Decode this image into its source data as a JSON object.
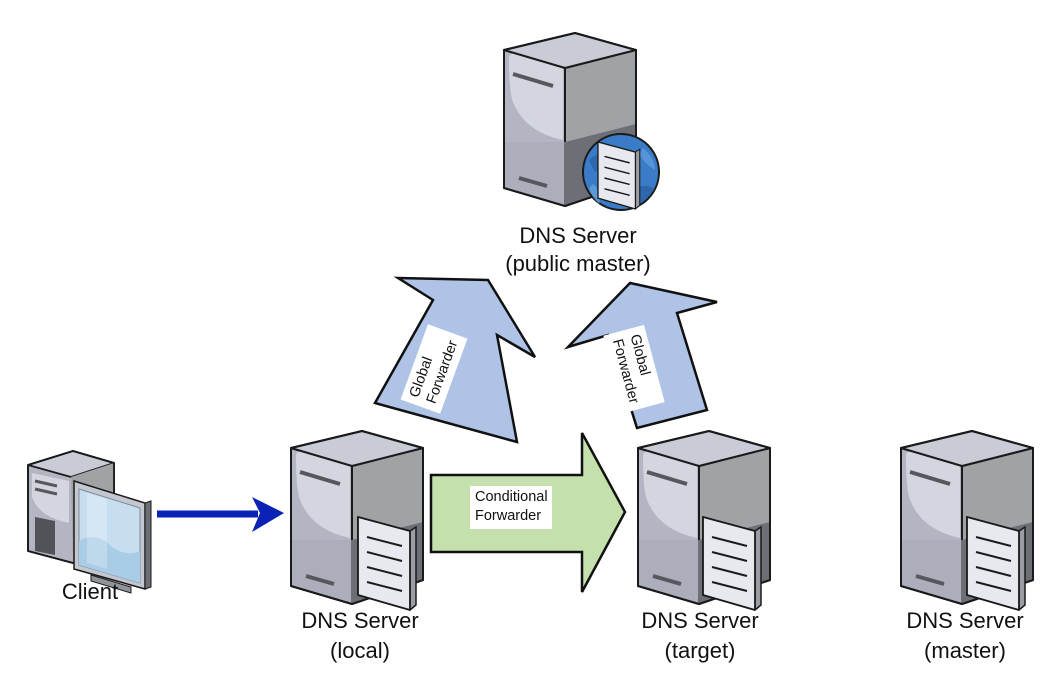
{
  "diagram": {
    "nodes": {
      "public_master": {
        "title": "DNS Server",
        "subtitle": "(public master)",
        "icon": "dns-server-globe-icon"
      },
      "client": {
        "title": "Client",
        "icon": "client-workstation-icon"
      },
      "local": {
        "title": "DNS Server",
        "subtitle": "(local)",
        "icon": "dns-server-zone-icon"
      },
      "target": {
        "title": "DNS Server",
        "subtitle": "(target)",
        "icon": "dns-server-zone-icon"
      },
      "master": {
        "title": "DNS Server",
        "subtitle": "(master)",
        "icon": "dns-server-zone-icon"
      }
    },
    "edges": {
      "client_to_local": {
        "from": "Client",
        "to": "DNS Server (local)",
        "color": "#0a22b5"
      },
      "local_to_public": {
        "line1": "Global",
        "line2": "Forwarder",
        "from": "DNS Server (local)",
        "to": "DNS Server (public master)",
        "color": "#aec3e6"
      },
      "target_to_public": {
        "line1": "Global",
        "line2": "Forwarder",
        "from": "DNS Server (target)",
        "to": "DNS Server (public master)",
        "color": "#aec3e6"
      },
      "local_to_target": {
        "line1": "Conditional",
        "line2": "Forwarder",
        "from": "DNS Server (local)",
        "to": "DNS Server (target)",
        "color": "#c3e0ad"
      }
    }
  }
}
